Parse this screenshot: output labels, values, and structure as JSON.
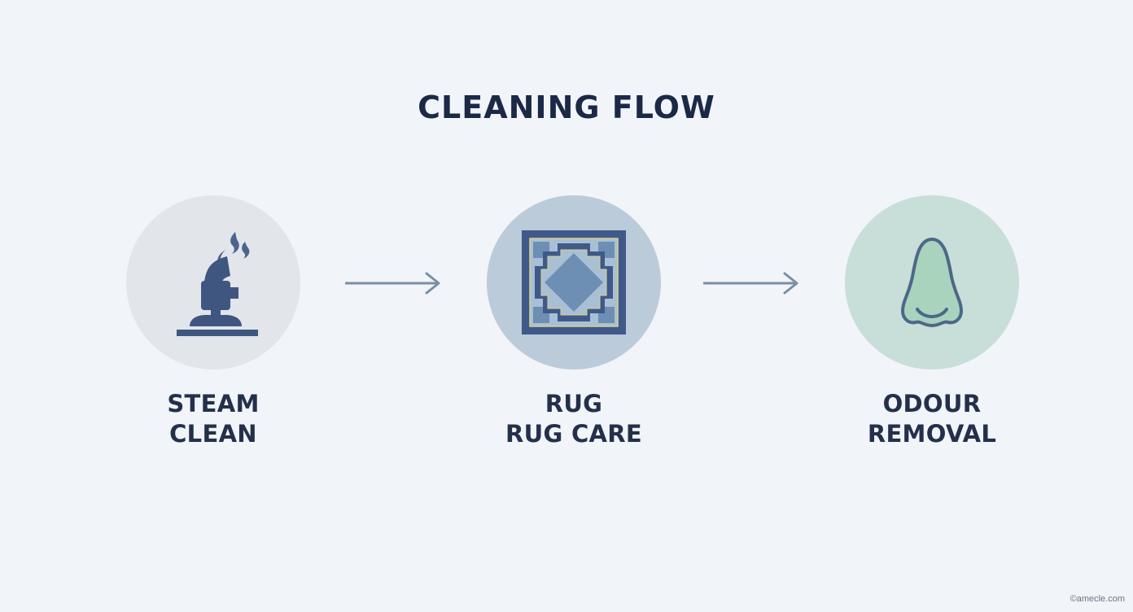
{
  "title": "CLEANING FLOW",
  "steps": [
    {
      "icon": "steam-cleaner-icon",
      "circle_color": "#e2e5ea",
      "label_line1": "STEAM",
      "label_line2": "CLEAN"
    },
    {
      "icon": "rug-icon",
      "circle_color": "#bccbd9",
      "label_line1": "RUG",
      "label_line2": "RUG CARE"
    },
    {
      "icon": "nose-icon",
      "circle_color": "#c7dfd8",
      "label_line1": "ODOUR",
      "label_line2": "REMOVAL"
    }
  ],
  "colors": {
    "background": "#f1f4f8",
    "title": "#1b2947",
    "icon_dark": "#3f5680",
    "arrow": "#7b8ea5"
  },
  "credit": "©amecle.com"
}
